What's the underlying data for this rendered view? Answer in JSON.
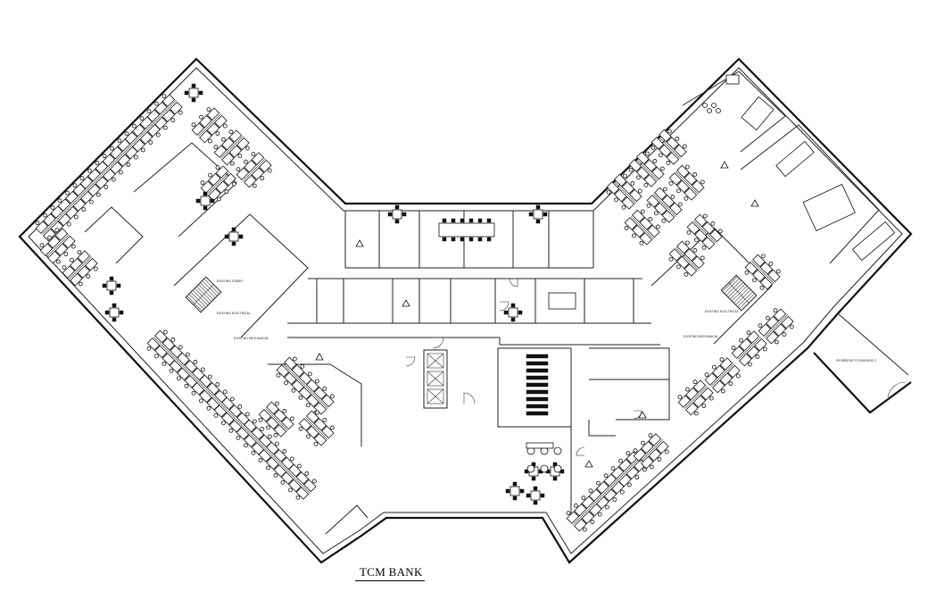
{
  "drawing": {
    "title": "TCM BANK"
  },
  "labels": {
    "existing_stairs": "EXISTING STAIRS",
    "existing_electrical_left": "EXISTING ELECTRICAL",
    "existing_mechanical_left": "EXISTING MECHANICAL",
    "existing_electrical_right": "EXISTING ELECTRICAL",
    "existing_mechanical_right": "EXISTING MECHANICAL",
    "skybridge": "SKYBRIDGE TO BUILDING 2"
  },
  "colors": {
    "line": "#111111",
    "background": "#ffffff"
  }
}
